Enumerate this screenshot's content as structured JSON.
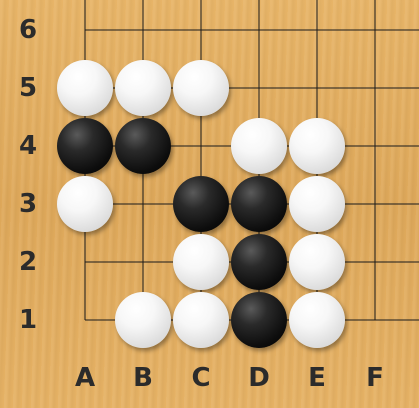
{
  "board": {
    "columns": [
      "A",
      "B",
      "C",
      "D",
      "E",
      "F"
    ],
    "rows": [
      "1",
      "2",
      "3",
      "4",
      "5",
      "6"
    ],
    "colors": {
      "board": "#e3ae61",
      "line": "#1a1a1a",
      "white_stone": "#f2f2f2",
      "black_stone": "#111111"
    },
    "stones": [
      {
        "color": "white",
        "point": "A5"
      },
      {
        "color": "white",
        "point": "B5"
      },
      {
        "color": "white",
        "point": "C5"
      },
      {
        "color": "black",
        "point": "A4"
      },
      {
        "color": "black",
        "point": "B4"
      },
      {
        "color": "white",
        "point": "D4"
      },
      {
        "color": "white",
        "point": "E4"
      },
      {
        "color": "white",
        "point": "A3"
      },
      {
        "color": "black",
        "point": "C3"
      },
      {
        "color": "black",
        "point": "D3"
      },
      {
        "color": "white",
        "point": "E3"
      },
      {
        "color": "white",
        "point": "C2"
      },
      {
        "color": "black",
        "point": "D2"
      },
      {
        "color": "white",
        "point": "E2"
      },
      {
        "color": "white",
        "point": "B1"
      },
      {
        "color": "white",
        "point": "C1"
      },
      {
        "color": "black",
        "point": "D1"
      },
      {
        "color": "white",
        "point": "E1"
      }
    ]
  }
}
